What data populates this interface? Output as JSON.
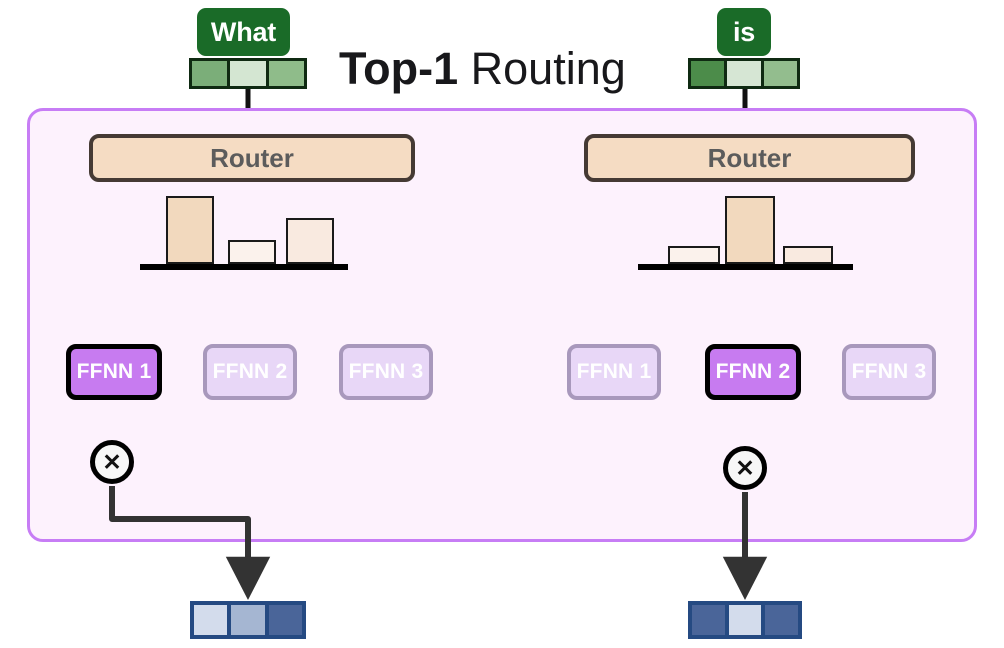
{
  "title": {
    "bold_part": "Top-1",
    "rest": " Routing"
  },
  "colors": {
    "container_border": "#C77DF5",
    "container_fill": "#FDF2FD",
    "token_pill": "#1A6B28",
    "router_fill": "#F5DCC3",
    "router_border": "#453A34",
    "ffnn_active": "#C77BF0",
    "ffnn_inactive": "#E8D7F7",
    "ffnn_inactive_border": "#A898BC",
    "output_border": "#254A82",
    "route_line": "#000000",
    "dotted_path": "#6E6E6E"
  },
  "columns": [
    {
      "token": "What",
      "embedding_cells": [
        "#7BAE79",
        "#D4E6D2",
        "#8FBC8A"
      ],
      "router_label": "Router",
      "histogram": {
        "bars": [
          {
            "expert": "FFNN 1",
            "weight": 0.72,
            "fill": "#F2D9BE"
          },
          {
            "expert": "FFNN 2",
            "weight": 0.24,
            "fill": "#FBF2EC"
          },
          {
            "expert": "FFNN 3",
            "weight": 0.48,
            "fill": "#F9EAE0"
          }
        ]
      },
      "experts": [
        {
          "label": "FFNN 1",
          "active": true
        },
        {
          "label": "FFNN 2",
          "active": false
        },
        {
          "label": "FFNN 3",
          "active": false
        }
      ],
      "multiply_symbol": "✕",
      "output_cells": [
        "#D3DCEC",
        "#A5B6D2",
        "#4A6599"
      ]
    },
    {
      "token": "is",
      "embedding_cells": [
        "#4C8C4A",
        "#D6E6D4",
        "#93BD8E"
      ],
      "router_label": "Router",
      "histogram": {
        "bars": [
          {
            "expert": "FFNN 1",
            "weight": 0.17,
            "fill": "#FBF2EC"
          },
          {
            "expert": "FFNN 2",
            "weight": 0.78,
            "fill": "#F2D9BE"
          },
          {
            "expert": "FFNN 3",
            "weight": 0.17,
            "fill": "#F9EAE0"
          }
        ]
      },
      "experts": [
        {
          "label": "FFNN 1",
          "active": false
        },
        {
          "label": "FFNN 2",
          "active": true
        },
        {
          "label": "FFNN 3",
          "active": false
        }
      ],
      "multiply_symbol": "✕",
      "output_cells": [
        "#4A6599",
        "#D3DCEC",
        "#4A6599"
      ]
    }
  ]
}
